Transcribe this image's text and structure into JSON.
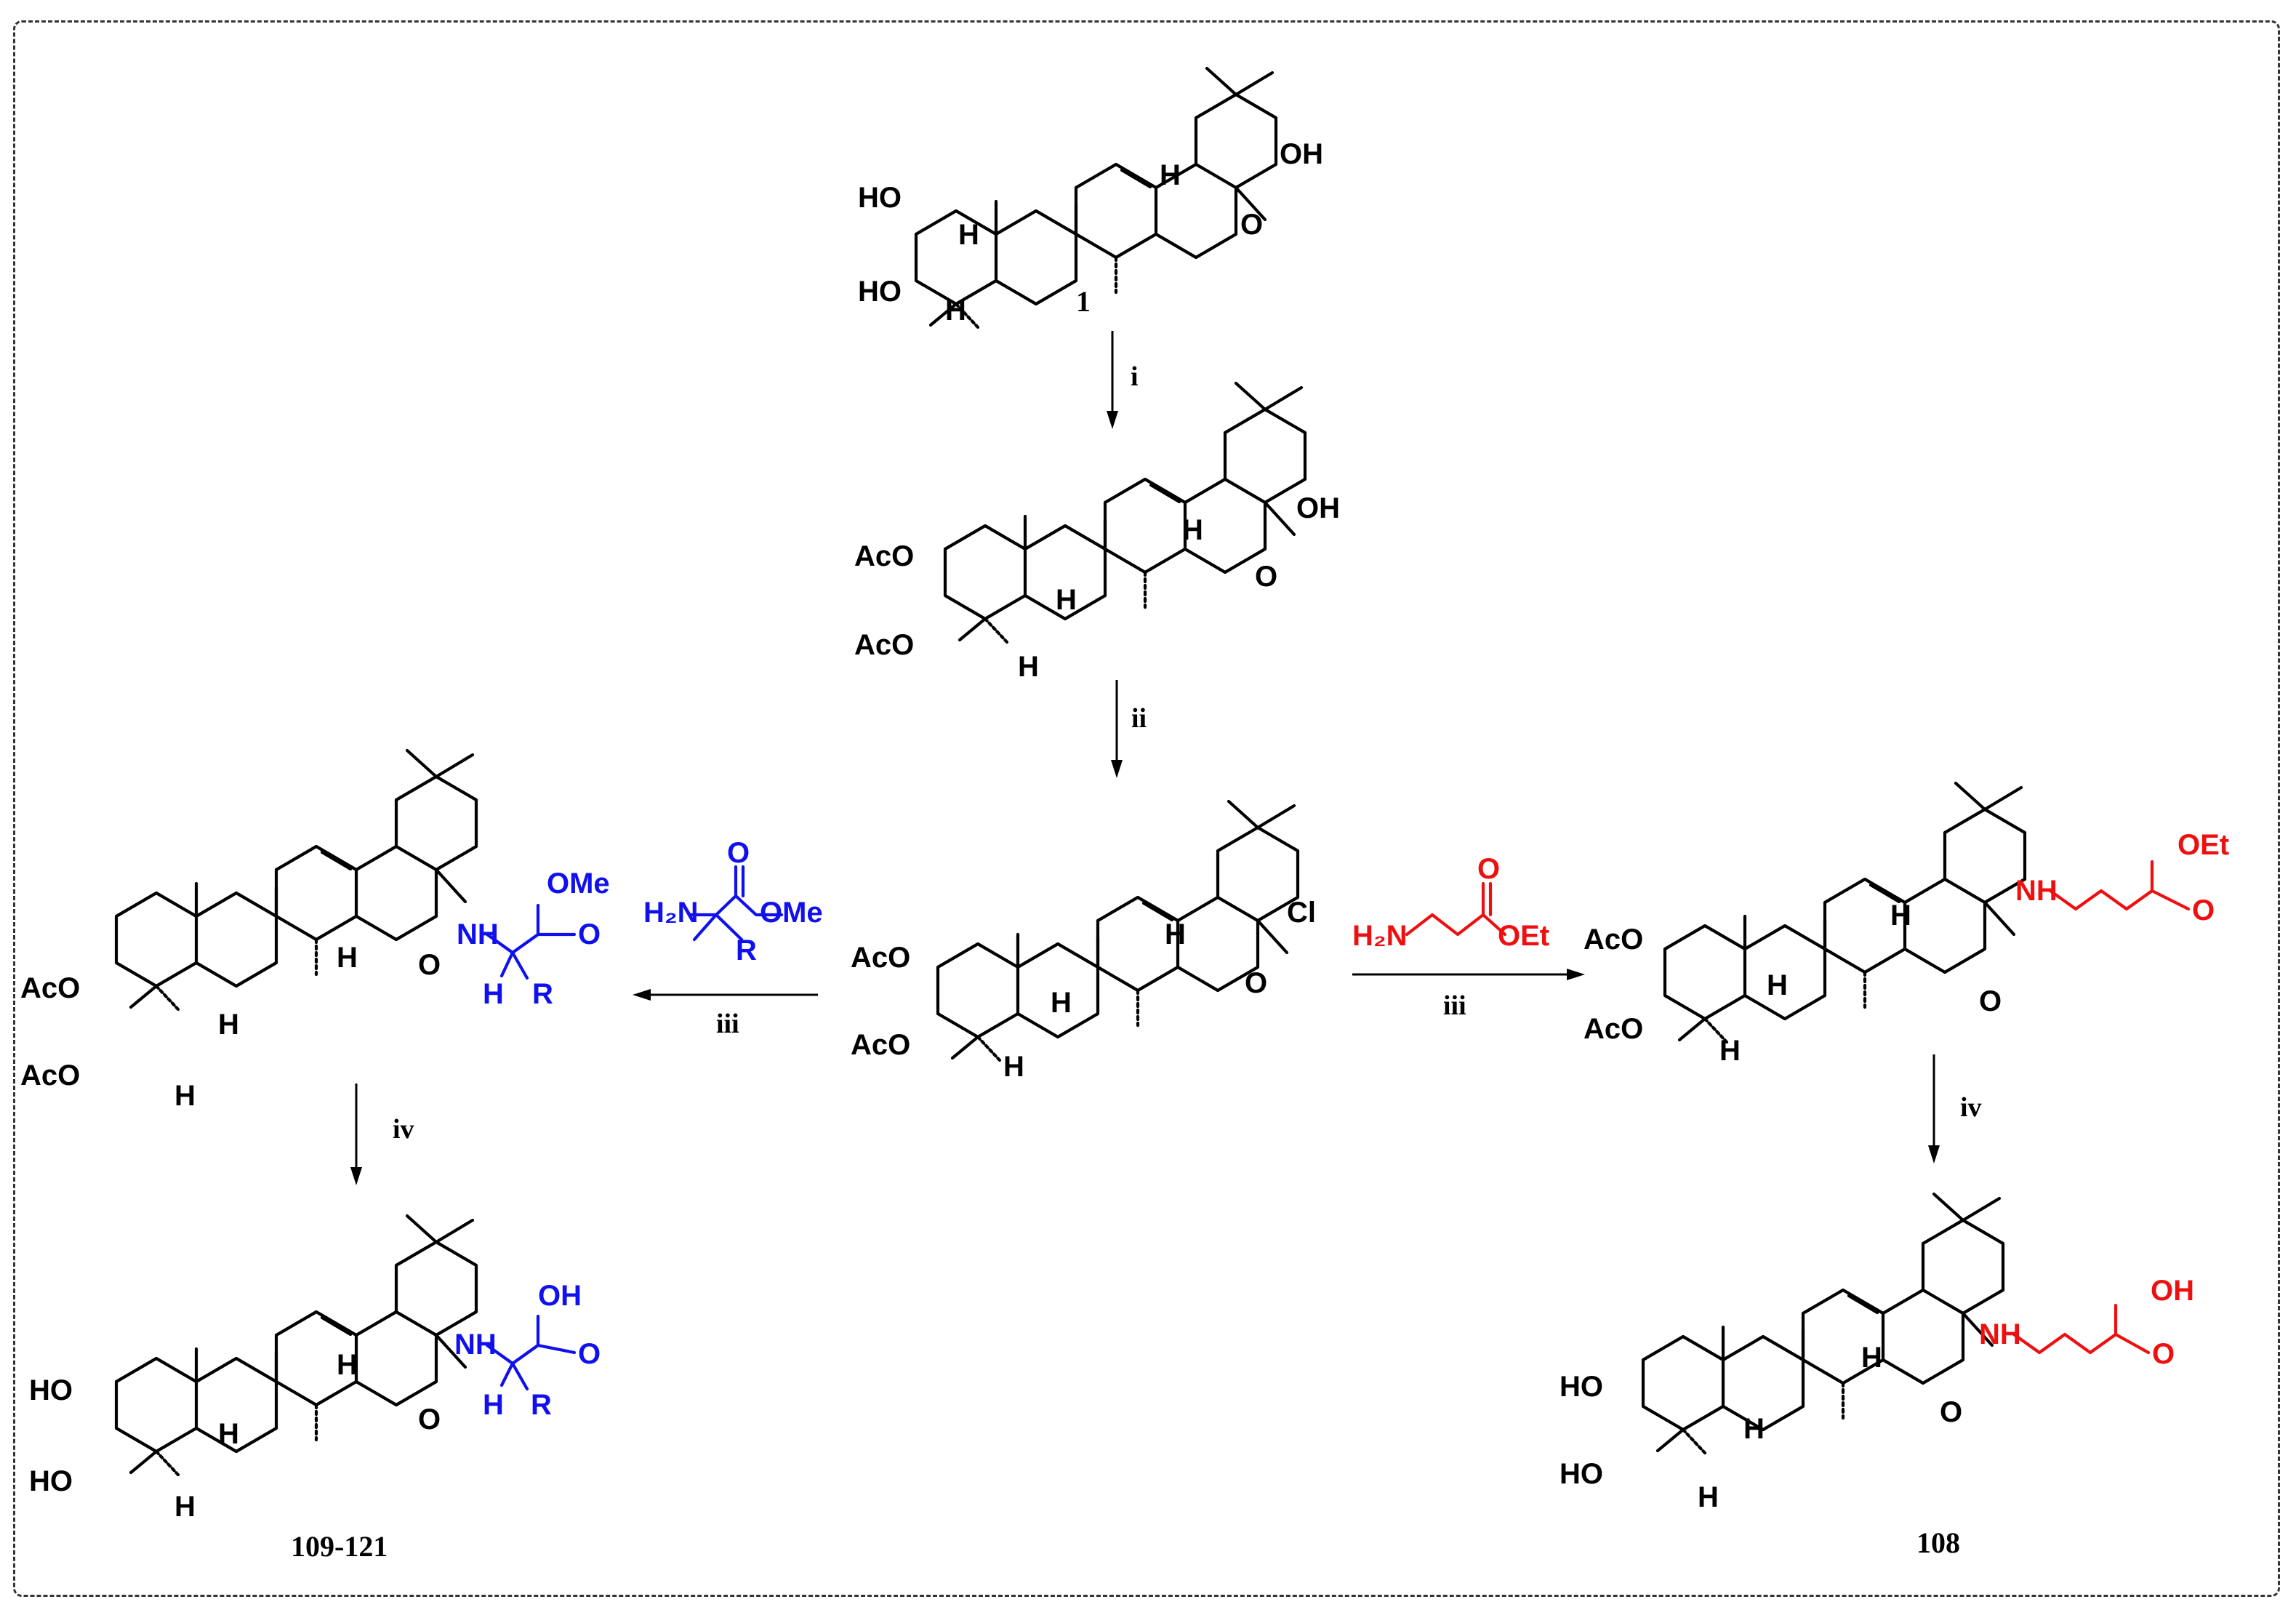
{
  "steps": {
    "i": "i",
    "ii": "ii",
    "iii_left": "iii",
    "iii_right": "iii",
    "iv_left": "iv",
    "iv_right": "iv"
  },
  "compounds": {
    "c1": {
      "number": "1",
      "sub_3": "HO",
      "sub_2": "HO",
      "c28_group": "OH",
      "carbonyl_o": "O"
    },
    "diacetate": {
      "sub_2": "AcO",
      "sub_3": "AcO",
      "c28_group": "OH",
      "carbonyl_o": "O"
    },
    "acid_chloride": {
      "sub_2": "AcO",
      "sub_3": "AcO",
      "c28_group": "Cl",
      "carbonyl_o": "O"
    },
    "amide_left": {
      "sub_2": "AcO",
      "sub_3": "AcO",
      "nh": "NH",
      "carbonyl_o": "O",
      "ester": "OMe",
      "ester_o": "O",
      "alpha_h": "H",
      "r": "R"
    },
    "product_left": {
      "number": "109-121",
      "sub_2": "HO",
      "sub_3": "HO",
      "nh": "NH",
      "carbonyl_o": "O",
      "acid": "OH",
      "acid_o": "O",
      "alpha_h": "H",
      "r": "R"
    },
    "amide_right": {
      "sub_2": "AcO",
      "sub_3": "AcO",
      "nh": "NH",
      "carbonyl_o": "O",
      "ester": "OEt",
      "ester_o": "O"
    },
    "product_right": {
      "number": "108",
      "sub_2": "HO",
      "sub_3": "HO",
      "nh": "NH",
      "carbonyl_o": "O",
      "acid": "OH",
      "acid_o": "O"
    }
  },
  "reagents": {
    "amino_ester": {
      "amine": "H₂N",
      "carbonyl_o": "O",
      "ester": "OMe",
      "r": "R",
      "color": "#1010ee"
    },
    "gaba_ester": {
      "amine": "H₂N",
      "carbonyl_o": "O",
      "ester": "OEt",
      "color": "#ee1010"
    }
  },
  "stereo_h": "H"
}
